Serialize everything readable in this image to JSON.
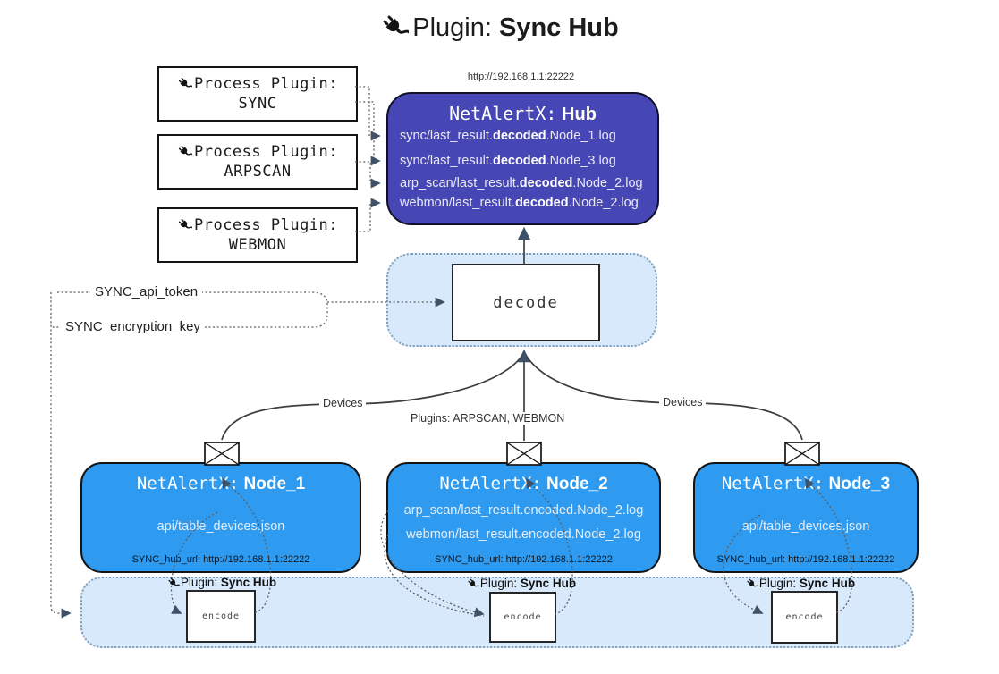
{
  "title": {
    "icon": "plug-icon",
    "prefix": "Plugin:",
    "bold": "Sync Hub"
  },
  "process_plugins": [
    {
      "label": "Process Plugin:",
      "name": "SYNC"
    },
    {
      "label": "Process Plugin:",
      "name": "ARPSCAN"
    },
    {
      "label": "Process Plugin:",
      "name": "WEBMON"
    }
  ],
  "hub": {
    "url": "http://192.168.1.1:22222",
    "title_prefix": "NetAlertX:",
    "title_bold": "Hub",
    "logs": [
      {
        "pre": "sync/last_result.",
        "bold": "decoded",
        "post": ".Node_1.log"
      },
      {
        "pre": "sync/last_result.",
        "bold": "decoded",
        "post": ".Node_3.log"
      },
      {
        "pre": "arp_scan/last_result.",
        "bold": "decoded",
        "post": ".Node_2.log"
      },
      {
        "pre": "webmon/last_result.",
        "bold": "decoded",
        "post": ".Node_2.log"
      }
    ]
  },
  "decode": {
    "label": "decode"
  },
  "secrets": {
    "api_token": "SYNC_api_token",
    "encryption_key": "SYNC_encryption_key"
  },
  "edges": {
    "left": "Devices",
    "middle": "Plugins: ARPSCAN, WEBMON",
    "right": "Devices"
  },
  "nodes": [
    {
      "title_prefix": "NetAlertX:",
      "title_bold": "Node_1",
      "files": [
        "api/table_devices.json"
      ],
      "hub_url": "SYNC_hub_url: http://192.168.1.1:22222"
    },
    {
      "title_prefix": "NetAlertX:",
      "title_bold": "Node_2",
      "files": [
        "arp_scan/last_result.encoded.Node_2.log",
        "webmon/last_result.encoded.Node_2.log"
      ],
      "hub_url": "SYNC_hub_url: http://192.168.1.1:22222"
    },
    {
      "title_prefix": "NetAlertX:",
      "title_bold": "Node_3",
      "files": [
        "api/table_devices.json"
      ],
      "hub_url": "SYNC_hub_url: http://192.168.1.1:22222"
    }
  ],
  "encode_label": {
    "prefix": "Plugin:",
    "bold": "Sync Hub",
    "box": "encode"
  },
  "colors": {
    "hub_fill": "#4646b4",
    "node_fill": "#2e9af0",
    "container_fill": "#d8e9fb",
    "container_border": "#7f9cb8",
    "arrow": "#3e5166",
    "line": "#3f3f3f"
  }
}
